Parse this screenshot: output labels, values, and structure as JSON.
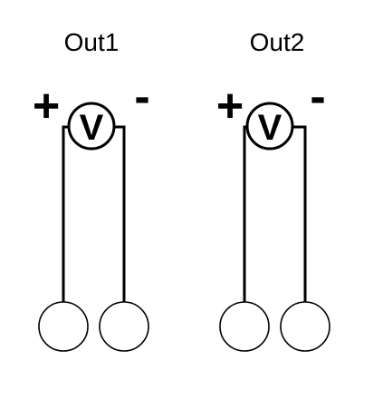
{
  "outputs": [
    {
      "title": "Out1",
      "plus": "+",
      "minus": "-",
      "meter_symbol": "V"
    },
    {
      "title": "Out2",
      "plus": "+",
      "minus": "-",
      "meter_symbol": "V"
    }
  ],
  "colors": {
    "stroke": "#000000",
    "background": "#ffffff"
  }
}
